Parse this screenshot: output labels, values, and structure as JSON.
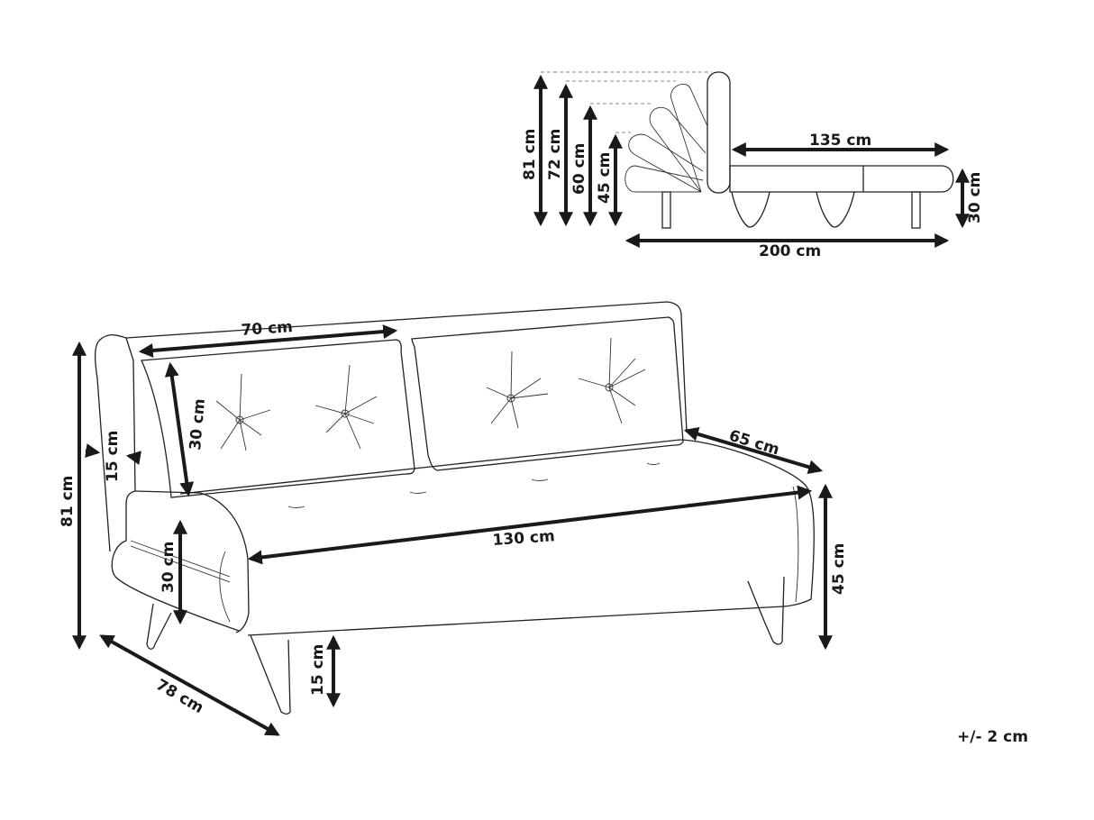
{
  "side_view": {
    "heights": [
      "81 cm",
      "72 cm",
      "60 cm",
      "45 cm"
    ],
    "seat_length": "135 cm",
    "total_length": "200 cm",
    "seat_thickness": "30 cm"
  },
  "front_view": {
    "cushion_width": "70 cm",
    "cushion_height": "30 cm",
    "backrest_thickness": "15 cm",
    "total_height": "81 cm",
    "seat_depth": "65 cm",
    "seat_width": "130 cm",
    "armrest_height": "30 cm",
    "seat_height": "45 cm",
    "leg_height": "15 cm",
    "total_depth": "78 cm"
  },
  "tolerance": "+/- 2 cm",
  "colors": {
    "line": "#222222",
    "background": "#ffffff"
  }
}
